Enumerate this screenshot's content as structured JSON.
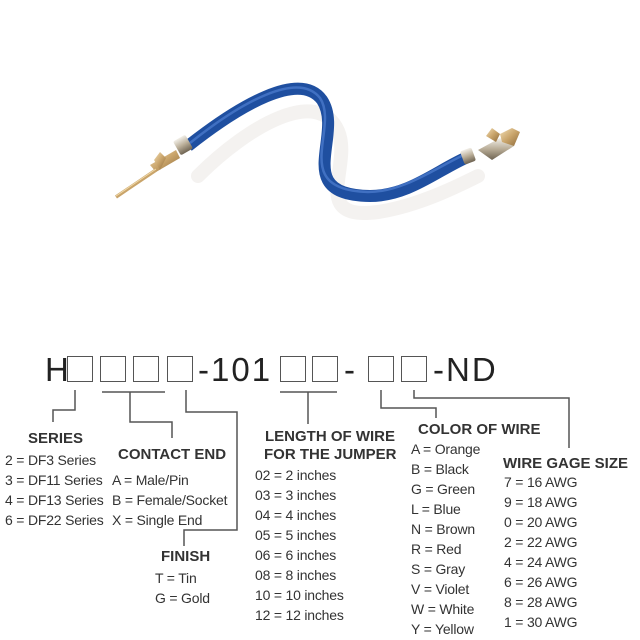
{
  "product_image": {
    "description": "jumper-wire",
    "wire_color": "#1f4fa0",
    "contact_color": "#c9a46a"
  },
  "part_number": {
    "prefix": "H",
    "boxes_group1": 4,
    "middle": "-101",
    "boxes_group2": 2,
    "dash": "-",
    "boxes_group3": 2,
    "suffix": "-ND"
  },
  "sections": {
    "series": {
      "title": "SERIES",
      "items": [
        "2 = DF3 Series",
        "3 = DF11 Series",
        "4 = DF13 Series",
        "6 = DF22 Series"
      ]
    },
    "contact_end": {
      "title": "CONTACT END",
      "items": [
        "A = Male/Pin",
        "B = Female/Socket",
        "X = Single End"
      ]
    },
    "finish": {
      "title": "FINISH",
      "items": [
        "T = Tin",
        "G = Gold"
      ]
    },
    "length": {
      "title_line1": "LENGTH OF WIRE",
      "title_line2": "FOR THE JUMPER",
      "items": [
        "02 = 2 inches",
        "03 = 3 inches",
        "04 = 4 inches",
        "05 = 5 inches",
        "06 = 6 inches",
        "08 = 8 inches",
        "10 = 10 inches",
        "12 = 12 inches"
      ]
    },
    "color": {
      "title": "COLOR OF WIRE",
      "items": [
        "A = Orange",
        "B = Black",
        "G = Green",
        "L = Blue",
        "N = Brown",
        "R = Red",
        "S = Gray",
        "V = Violet",
        "W = White",
        "Y = Yellow"
      ]
    },
    "gage": {
      "title": "WIRE GAGE SIZE",
      "items": [
        "7 = 16 AWG",
        "9 = 18 AWG",
        "0 = 20 AWG",
        "2 = 22 AWG",
        "4 = 24 AWG",
        "6 = 26 AWG",
        "8 = 28 AWG",
        "1 = 30 AWG"
      ]
    }
  }
}
